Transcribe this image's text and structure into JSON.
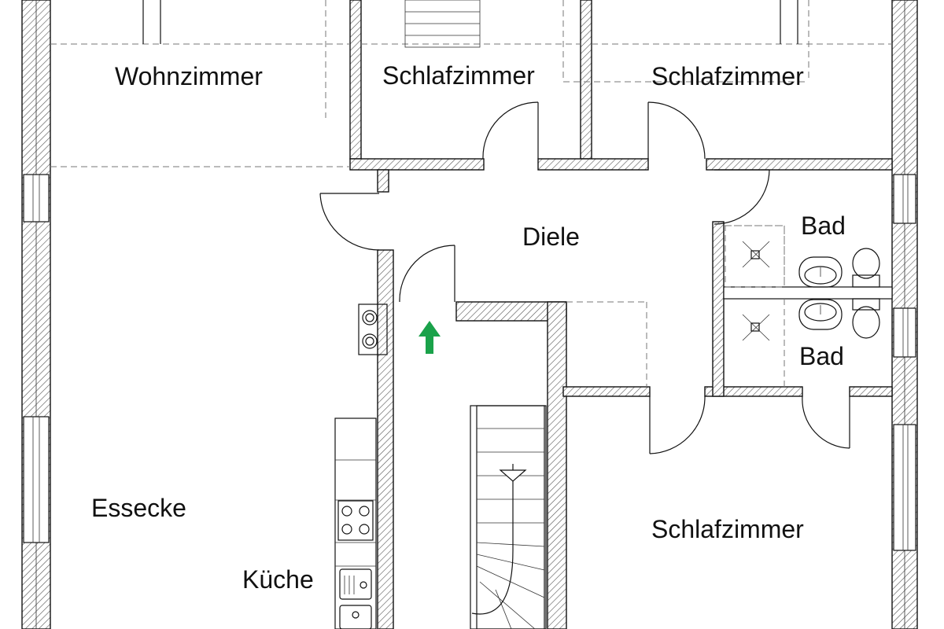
{
  "rooms": {
    "wohnzimmer": "Wohnzimmer",
    "schlafzimmer_1": "Schlafzimmer",
    "schlafzimmer_2": "Schlafzimmer",
    "diele": "Diele",
    "bad_1": "Bad",
    "bad_2": "Bad",
    "essecke": "Essecke",
    "kueche": "Küche",
    "schlafzimmer_3": "Schlafzimmer"
  },
  "colors": {
    "wall_line": "#111111",
    "hatch": "#555555",
    "entrance_arrow": "#1aa24a",
    "dashed_line": "#777777"
  },
  "symbols": [
    "entrance-arrow-icon",
    "stair-arrow-icon",
    "stove-icon",
    "sink-icon",
    "washbasin-icon",
    "toilet-icon",
    "shower-drain-icon"
  ]
}
